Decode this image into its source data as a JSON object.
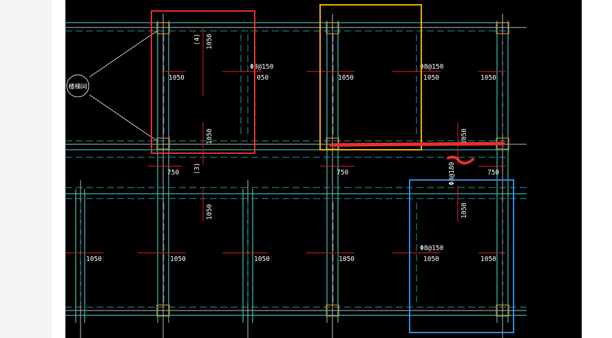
{
  "colors": {
    "background": "#000000",
    "beam_line": "#3fb8b0",
    "hidden_line": "#2a9aa0",
    "rebar_red": "#c0191f",
    "grid_line": "#bfbfbf",
    "column": "#c8862b",
    "text": "#ffffff",
    "highlight_red": "#e8322f",
    "highlight_yellow": "#f0b400",
    "highlight_blue": "#2e8fe0",
    "markup_red": "#e8322f"
  },
  "drawing": {
    "stair_label": "楼梯间",
    "dims": {
      "d1050": "1050",
      "d750": "750",
      "d050": "050"
    },
    "rebar": {
      "r150a": "Φ8@150",
      "r150b": "Φ8@150",
      "r150c": "Φ8@150",
      "r180": "Φ8@180"
    },
    "marks": {
      "m4": "(4)",
      "m3": "(3)"
    }
  }
}
